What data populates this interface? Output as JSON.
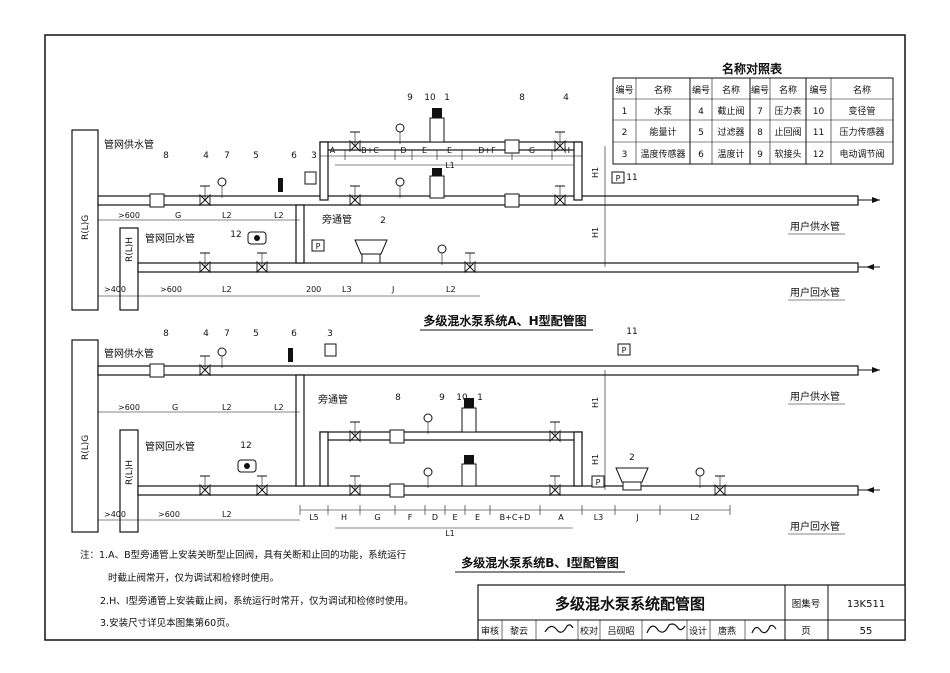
{
  "legend": {
    "title": "名称对照表",
    "headers": [
      "编号",
      "名称",
      "编号",
      "名称",
      "编号",
      "名称",
      "编号",
      "名称"
    ],
    "rows": [
      [
        "1",
        "水泵",
        "4",
        "截止阀",
        "7",
        "压力表",
        "10",
        "变径管"
      ],
      [
        "2",
        "能量计",
        "5",
        "过滤器",
        "8",
        "止回阀",
        "11",
        "压力传感器"
      ],
      [
        "3",
        "温度传感器",
        "6",
        "温度计",
        "9",
        "软接头",
        "12",
        "电动调节阀"
      ]
    ]
  },
  "top": {
    "caption": "多级混水泵系统A、H型配管图",
    "net_supply": "管网供水管",
    "net_return": "管网回水管",
    "bypass": "旁通管",
    "user_supply": "用户供水管",
    "user_return": "用户回水管",
    "riser_outer": "R(L)G",
    "riser_inner": "R(L)H",
    "segments_upper": [
      "A",
      "B+C",
      "D",
      "E",
      "E",
      "D+F",
      "G",
      "H"
    ],
    "segment_L1": "L1",
    "dims_supply": [
      ">600",
      "G",
      "L2",
      "L2"
    ],
    "dims_return": [
      ">400",
      ">600",
      "L2",
      "200",
      "L3",
      "J",
      "L2"
    ],
    "h1": "H1",
    "numbers": [
      "9",
      "10",
      "1",
      "8",
      "4",
      "8",
      "4",
      "7",
      "5",
      "6",
      "3",
      "12",
      "2",
      "11"
    ]
  },
  "bottom": {
    "caption": "多级混水泵系统B、I型配管图",
    "net_supply": "管网供水管",
    "net_return": "管网回水管",
    "bypass": "旁通管",
    "user_supply": "用户供水管",
    "user_return": "用户回水管",
    "riser_outer": "R(L)G",
    "riser_inner": "R(L)H",
    "segments_lower": [
      "L5",
      "H",
      "G",
      "F",
      "D",
      "E",
      "E",
      "B+C+D",
      "A",
      "L3",
      "J",
      "L2"
    ],
    "segment_L1": "L1",
    "dims_supply": [
      ">600",
      "G",
      "L2",
      "L2"
    ],
    "dims_return": [
      ">400",
      ">600",
      "L2"
    ],
    "h1": "H1",
    "numbers": [
      "8",
      "4",
      "7",
      "5",
      "6",
      "3",
      "11",
      "8",
      "9",
      "10",
      "1",
      "12",
      "2"
    ]
  },
  "notes": [
    "注：1.A、B型旁通管上安装关断型止回阀，具有关断和止回的功能，系统运行",
    "时截止阀常开，仅为调试和检修时使用。",
    "2.H、I型旁通管上安装截止阀，系统运行时常开，仅为调试和检修时使用。",
    "3.安装尺寸详见本图集第60页。"
  ],
  "titleblock": {
    "title": "多级混水泵系统配管图",
    "atlas_label": "图集号",
    "atlas_no": "13K511",
    "audit_label": "审核",
    "audit_name": "黎云",
    "check_label": "校对",
    "check_name": "吕砚昭",
    "design_label": "设计",
    "design_name": "唐燕",
    "page_label": "页",
    "page_no": "55"
  }
}
